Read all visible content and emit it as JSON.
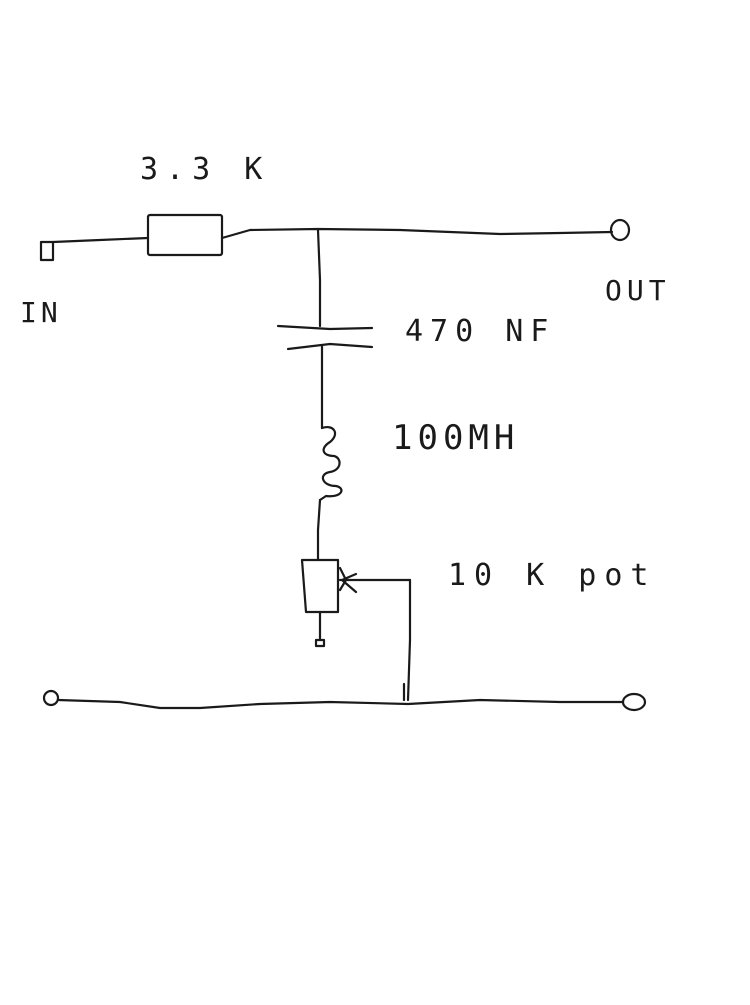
{
  "labels": {
    "resistor": "3.3 K",
    "input": "IN",
    "output": "OUT",
    "capacitor": "470 NF",
    "inductor": "100MH",
    "potentiometer": "10 K pot"
  },
  "colors": {
    "ink": "#1a1a1a",
    "background": "#ffffff"
  }
}
